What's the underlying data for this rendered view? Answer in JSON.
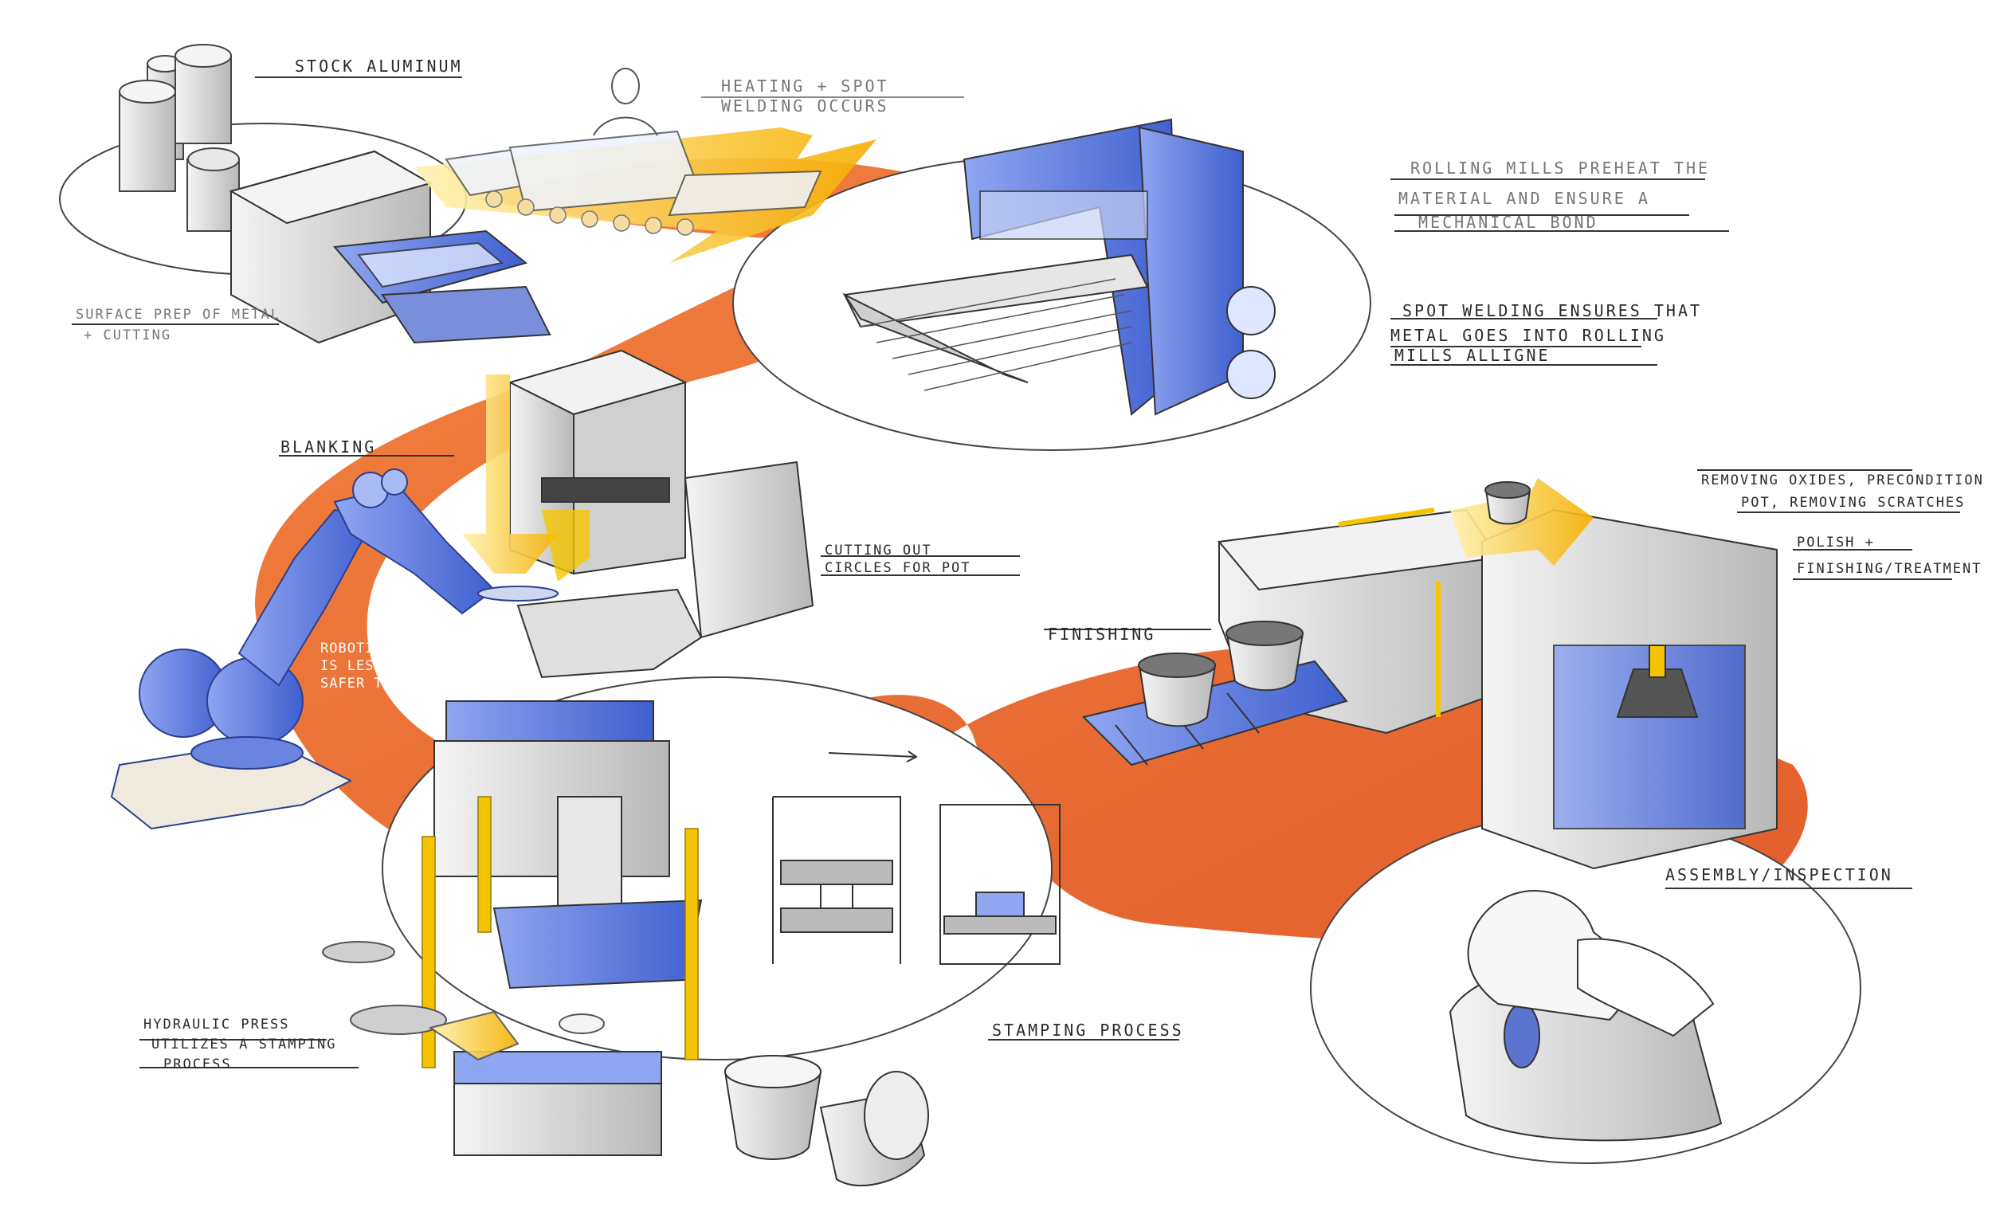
{
  "labels": {
    "stock_aluminum": "STOCK ALUMINUM",
    "heating_line1": "HEATING + SPOT",
    "heating_line2": "WELDING OCCURS",
    "rolling_line1": "ROLLING MILLS PREHEAT THE",
    "rolling_line2": "MATERIAL AND ENSURE A",
    "rolling_line3": "MECHANICAL BOND",
    "spot_line1": "SPOT WELDING ENSURES THAT",
    "spot_line2": "METAL GOES INTO ROLLING",
    "spot_line3": "MILLS ALLIGNE",
    "surface_line1": "SURFACE PREP OF METAL",
    "surface_line2": "+ CUTTING",
    "blanking": "BLANKING",
    "cutting_line1": "CUTTING OUT",
    "cutting_line2": "CIRCLES FOR POT",
    "robotic_line1": "ROBOTIC BLANKING",
    "robotic_line2": "IS LESS EXPENSIVE +",
    "robotic_line3": "SAFER THAN MANUAL",
    "removing_line1": "REMOVING OXIDES, PRECONDITION",
    "removing_line2": "POT, REMOVING SCRATCHES",
    "polish_line1": "POLISH +",
    "polish_line2": "FINISHING/TREATMENT",
    "finishing": "FINISHING",
    "assembly": "ASSEMBLY/INSPECTION",
    "hydraulic_line1": "HYDRAULIC PRESS",
    "hydraulic_line2": "UTILIZES A STAMPING",
    "hydraulic_line3": "PROCESS",
    "stamping": "STAMPING PROCESS"
  },
  "colors": {
    "path_orange": "#ea5a1e",
    "arrow_yellow": "#f5b400",
    "machine_blue": "#4f6fd8",
    "machine_grey": "#d9d9d9",
    "ink": "#2a2a2a"
  }
}
